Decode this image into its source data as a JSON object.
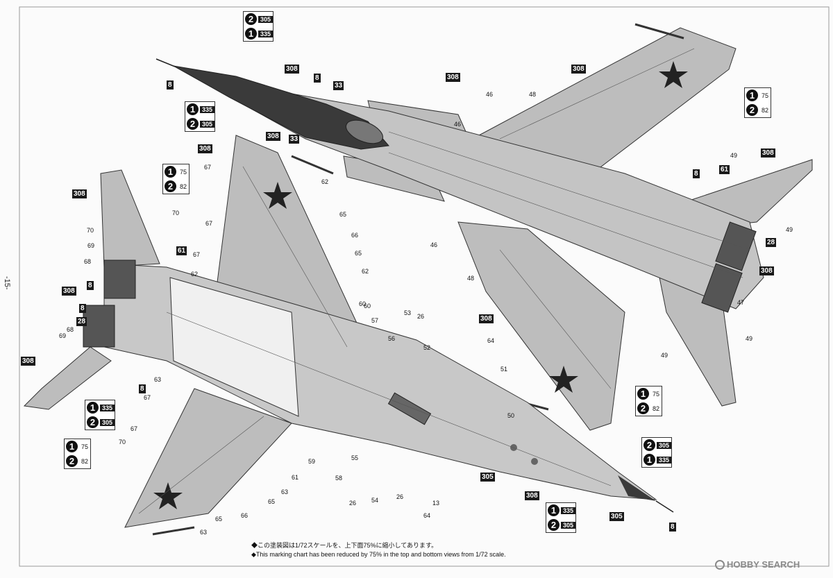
{
  "page_number": "-15-",
  "note": {
    "jp": "◆この塗装図は1/72スケールを、上下面75%に縮小してあります。",
    "en": "◆This marking chart has been reduced by 75% in the top and bottom views from 1/72 scale."
  },
  "watermark": {
    "text": "HOBBY SEARCH",
    "icon": "hobby-search-logo-icon"
  },
  "colors": {
    "aircraft_gray": "#bdbdbd",
    "cockpit_dark": "#3a3a3a",
    "star_red": "#222222",
    "label_bg": "#1a1a1a"
  },
  "legends": {
    "top_nose": [
      {
        "n": "2",
        "code": "305"
      },
      {
        "n": "1",
        "code": "335"
      }
    ],
    "top_canopy": [
      {
        "n": "1",
        "code": "335"
      },
      {
        "n": "2",
        "code": "305"
      }
    ],
    "top_right_wing": [
      {
        "n": "1",
        "code": "75"
      },
      {
        "n": "2",
        "code": "82"
      }
    ],
    "top_left_wing": [
      {
        "n": "1",
        "code": "75"
      },
      {
        "n": "2",
        "code": "82"
      }
    ],
    "right_lower_wing": [
      {
        "n": "1",
        "code": "75"
      },
      {
        "n": "2",
        "code": "82"
      }
    ],
    "bottom_nose": [
      {
        "n": "2",
        "code": "305"
      },
      {
        "n": "1",
        "code": "335"
      }
    ],
    "bottom_center": [
      {
        "n": "1",
        "code": "335"
      },
      {
        "n": "2",
        "code": "305"
      }
    ],
    "bottom_left_mid": [
      {
        "n": "1",
        "code": "335"
      },
      {
        "n": "2",
        "code": "305"
      }
    ],
    "bottom_left_wing": [
      {
        "n": "1",
        "code": "75"
      },
      {
        "n": "2",
        "code": "82"
      }
    ]
  },
  "tags": [
    "8",
    "308",
    "8",
    "33",
    "33",
    "308",
    "308",
    "308",
    "308",
    "308",
    "308",
    "308",
    "8",
    "8",
    "28",
    "61",
    "308",
    "308",
    "308",
    "8",
    "28",
    "8",
    "61",
    "305",
    "305",
    "8",
    "308"
  ],
  "numbers": [
    "46",
    "46",
    "48",
    "49",
    "49",
    "49",
    "46",
    "48",
    "49",
    "47",
    "62",
    "67",
    "70",
    "67",
    "65",
    "66",
    "65",
    "62",
    "69",
    "68",
    "70",
    "67",
    "62",
    "60",
    "69",
    "68",
    "57",
    "53",
    "26",
    "56",
    "52",
    "64",
    "51",
    "50",
    "63",
    "67",
    "67",
    "70",
    "59",
    "55",
    "58",
    "26",
    "54",
    "26",
    "13",
    "63",
    "64",
    "65",
    "66",
    "65",
    "63",
    "61",
    "60"
  ]
}
